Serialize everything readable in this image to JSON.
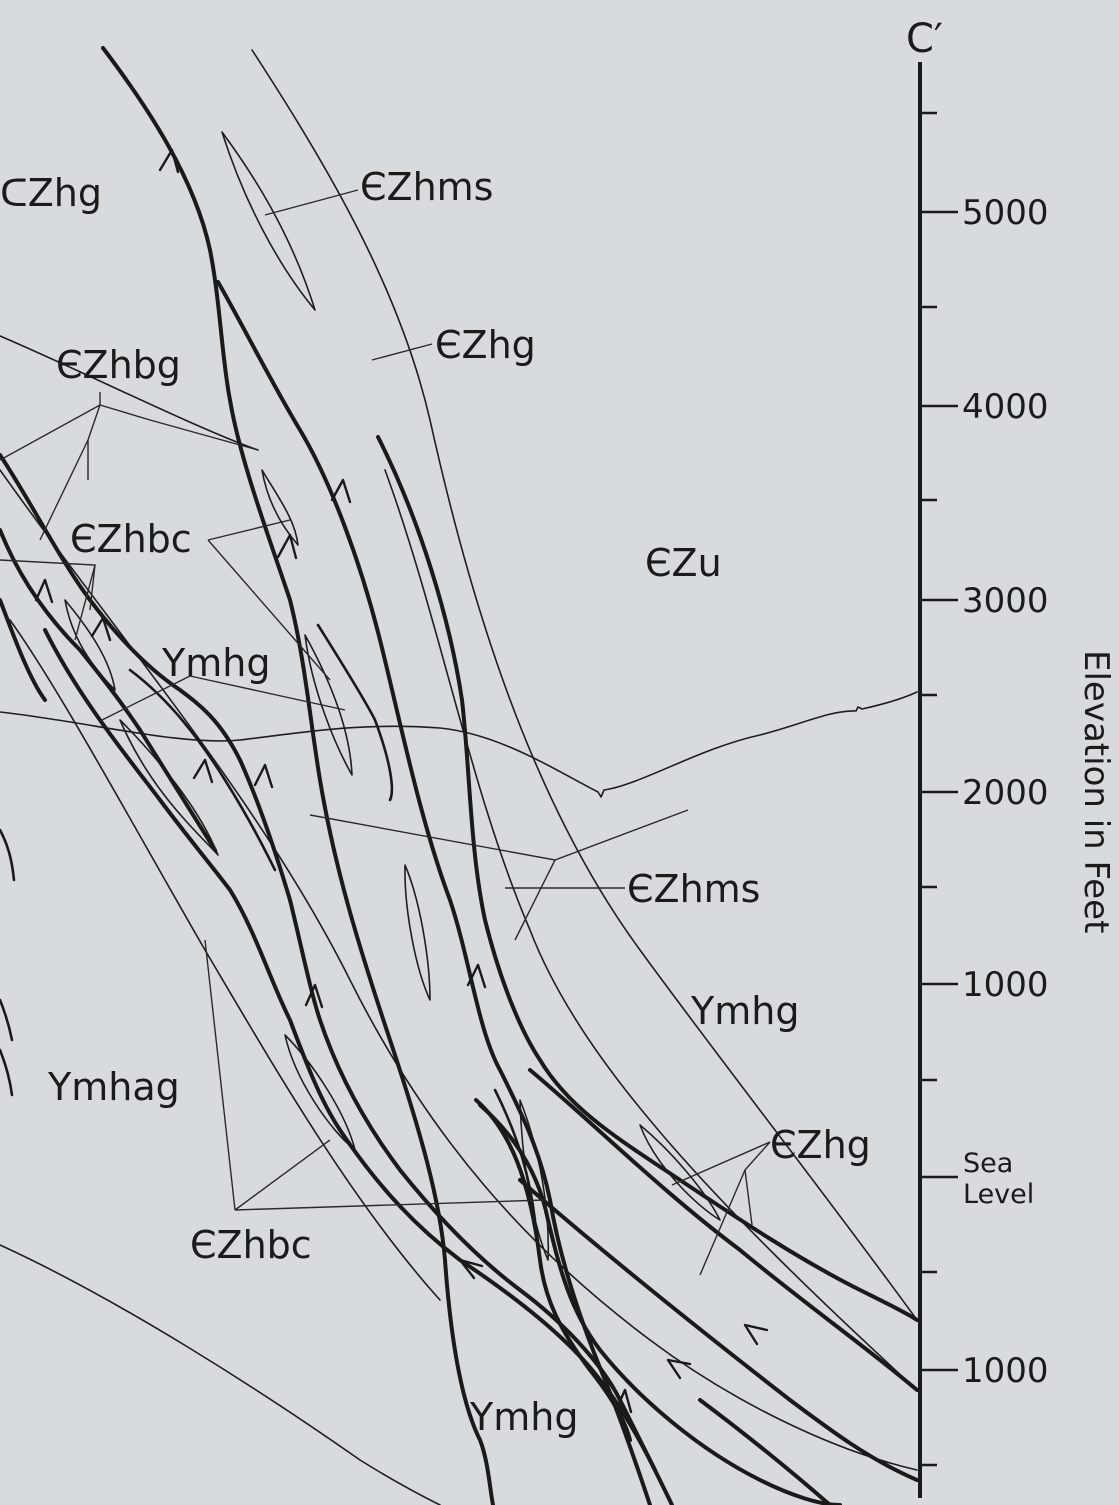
{
  "section_label": "C′",
  "axis": {
    "title": "Elevation in Feet",
    "sea_level_label": [
      "Sea",
      "Level"
    ],
    "ticks": [
      {
        "label": "5000"
      },
      {
        "label": "4000"
      },
      {
        "label": "3000"
      },
      {
        "label": "2000"
      },
      {
        "label": "1000"
      },
      {
        "label": ""
      },
      {
        "label": "1000"
      }
    ]
  },
  "units": {
    "czhg_top_left": "ᑕZhg",
    "czhms_upper": "ЄZhms",
    "czhg_upper": "ЄZhg",
    "czhbg": "ЄZhbg",
    "czhbc_upper": "ЄZhbc",
    "czu": "ЄZu",
    "ymhg_upper": "Ymhg",
    "czhms_lower": "ЄZhms",
    "ymhg_mid": "Ymhg",
    "ymhag": "Ymhag",
    "czhg_lower": "ЄZhg",
    "czhbc_lower": "ЄZhbc",
    "ymhg_bottom": "Ymhg"
  }
}
